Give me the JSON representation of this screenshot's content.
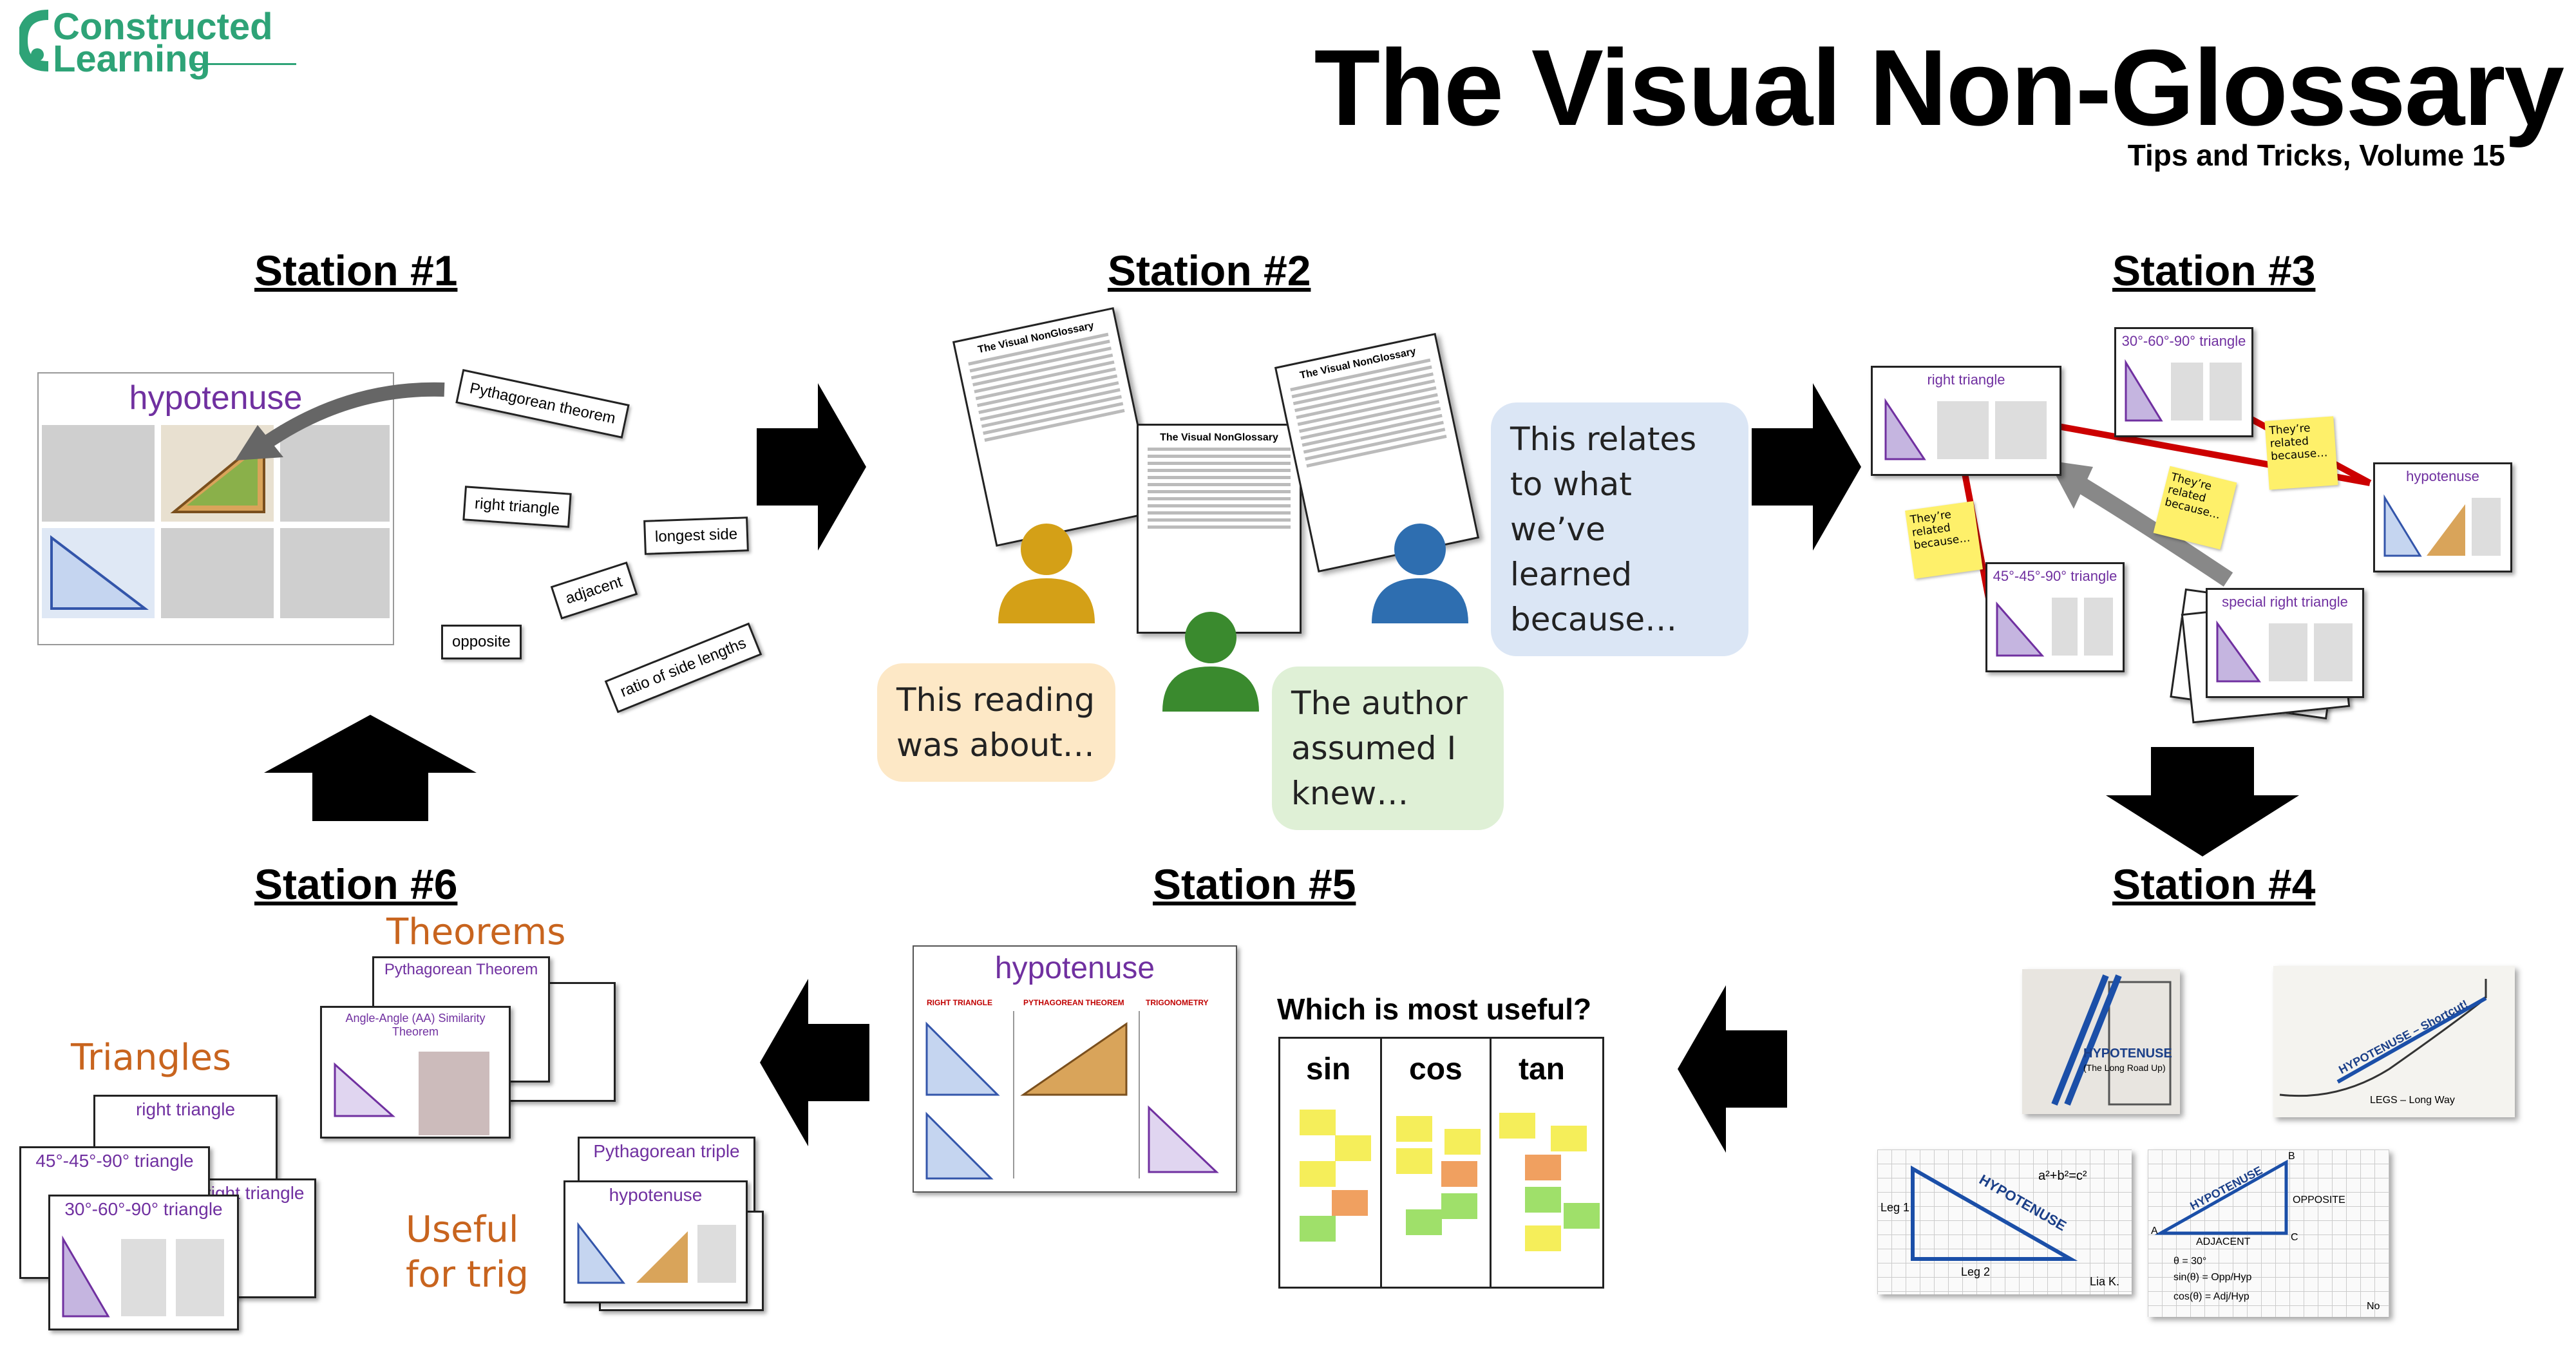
{
  "brand": {
    "line1": "Constructed",
    "line2": "Learning",
    "color": "#2ea377"
  },
  "header": {
    "title": "The Visual Non-Glossary",
    "subtitle": "Tips and Tricks, Volume 15"
  },
  "stations": {
    "s1": "Station #1",
    "s2": "Station #2",
    "s3": "Station #3",
    "s4": "Station #4",
    "s5": "Station #5",
    "s6": "Station #6"
  },
  "station1": {
    "poster_title": "hypotenuse",
    "word_cards": [
      "Pythagorean theorem",
      "right triangle",
      "longest side",
      "adjacent",
      "opposite",
      "ratio of side lengths"
    ]
  },
  "station2": {
    "doc_title": "The Visual NonGlossary",
    "bubbles": {
      "orange": "This reading was about…",
      "green": "The author assumed I knew…",
      "blue": "This relates to what we’ve learned because…"
    },
    "colors": {
      "orange": "#d4a017",
      "green": "#3a8a2e",
      "blue": "#2e6eb0"
    }
  },
  "station3": {
    "cards": [
      "right triangle",
      "30°-60°-90° triangle",
      "hypotenuse",
      "45°-45°-90° triangle",
      "special right triangle"
    ],
    "notes": [
      "They’re related because…",
      "They’re related because…",
      "They’re related because…"
    ],
    "line_color": "#cc0000"
  },
  "station4": {
    "photo1": {
      "label": "HYPOTENUSE",
      "sub": "(The Long Road Up)"
    },
    "photo2": {
      "label": "HYPOTENUSE – Shortcut!",
      "sub": "LEGS – Long Way"
    },
    "photo3": {
      "label": "HYPOTENUSE",
      "formula": "a²+b²=c²",
      "leg1": "Leg 1",
      "leg2": "Leg 2",
      "author": "Lia K."
    },
    "photo4": {
      "label": "HYPOTENUSE",
      "opposite": "OPPOSITE",
      "adjacent": "ADJACENT",
      "a": "A",
      "b": "B",
      "c": "C",
      "theta": "θ = 30°",
      "sin": "sin(θ) = Opp/Hyp",
      "cos": "cos(θ) = Adj/Hyp",
      "author": "No"
    }
  },
  "station5": {
    "poster_title": "hypotenuse",
    "columns": [
      "RIGHT TRIANGLE",
      "PYTHAGOREAN THEOREM",
      "TRIGONOMETRY"
    ],
    "board_title": "Which is most useful?",
    "board_columns": [
      "sin",
      "cos",
      "tan"
    ]
  },
  "station6": {
    "labels": [
      "Theorems",
      "Triangles",
      "Useful for trig"
    ],
    "theorem_cards": [
      "Pythagorean Theorem",
      "Angle-Angle (AA) Similarity Theorem"
    ],
    "triangle_cards": [
      "right triangle",
      "45°-45°-90° triangle",
      "special right triangle",
      "30°-60°-90° triangle"
    ],
    "trig_cards": [
      "Pythagorean triple",
      "hypotenuse"
    ],
    "label_color": "#c8641e"
  }
}
